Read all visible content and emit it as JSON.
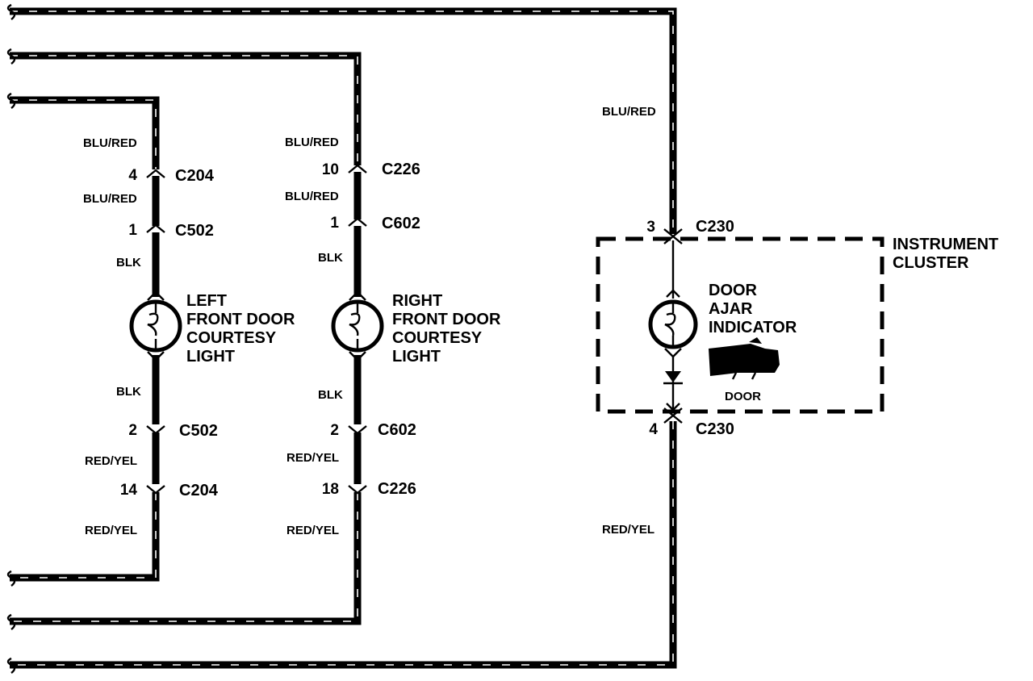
{
  "wires": {
    "blu_red": "BLU/RED",
    "blk": "BLK",
    "red_yel": "RED/YEL"
  },
  "left_light": {
    "name_lines": [
      "LEFT",
      "FRONT DOOR",
      "COURTESY",
      "LIGHT"
    ],
    "upper_connector_1": {
      "pin": "4",
      "id": "C204"
    },
    "upper_connector_2": {
      "pin": "1",
      "id": "C502"
    },
    "lower_connector_1": {
      "pin": "2",
      "id": "C502"
    },
    "lower_connector_2": {
      "pin": "14",
      "id": "C204"
    }
  },
  "right_light": {
    "name_lines": [
      "RIGHT",
      "FRONT DOOR",
      "COURTESY",
      "LIGHT"
    ],
    "upper_connector_1": {
      "pin": "10",
      "id": "C226"
    },
    "upper_connector_2": {
      "pin": "1",
      "id": "C602"
    },
    "lower_connector_1": {
      "pin": "2",
      "id": "C602"
    },
    "lower_connector_2": {
      "pin": "18",
      "id": "C226"
    }
  },
  "cluster": {
    "title_lines": [
      "INSTRUMENT",
      "CLUSTER"
    ],
    "indicator_lines": [
      "DOOR",
      "AJAR",
      "INDICATOR"
    ],
    "symbol_label": "DOOR",
    "top_connector": {
      "pin": "3",
      "id": "C230"
    },
    "bottom_connector": {
      "pin": "4",
      "id": "C230"
    }
  }
}
